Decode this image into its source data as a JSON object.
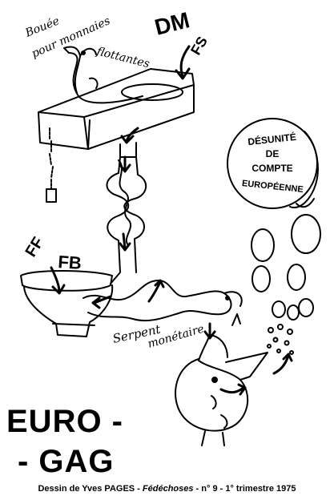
{
  "labels": {
    "buoy_line1": "Bouée",
    "buoy_line2": "pour monnaies",
    "buoy_line3": "flottantes",
    "currency_dm": "DM",
    "currency_fs": "FS",
    "currency_ff": "FF",
    "currency_fb": "FB",
    "serpent_line1": "Serpent",
    "serpent_line2": "monétaire",
    "coin_line1": "DÉSUNITÉ",
    "coin_line2": "DE",
    "coin_line3": "COMPTE",
    "coin_line4": "EUROPÉENNE"
  },
  "title": {
    "line1": "EURO -",
    "line2": "- GAG"
  },
  "caption": {
    "prefix": "Dessin de Yves PAGES - ",
    "publication": "Fédéchoses",
    "suffix": " - n° 9 - 1° trimestre 1975"
  },
  "colors": {
    "ink": "#000000",
    "paper": "#ffffff"
  }
}
